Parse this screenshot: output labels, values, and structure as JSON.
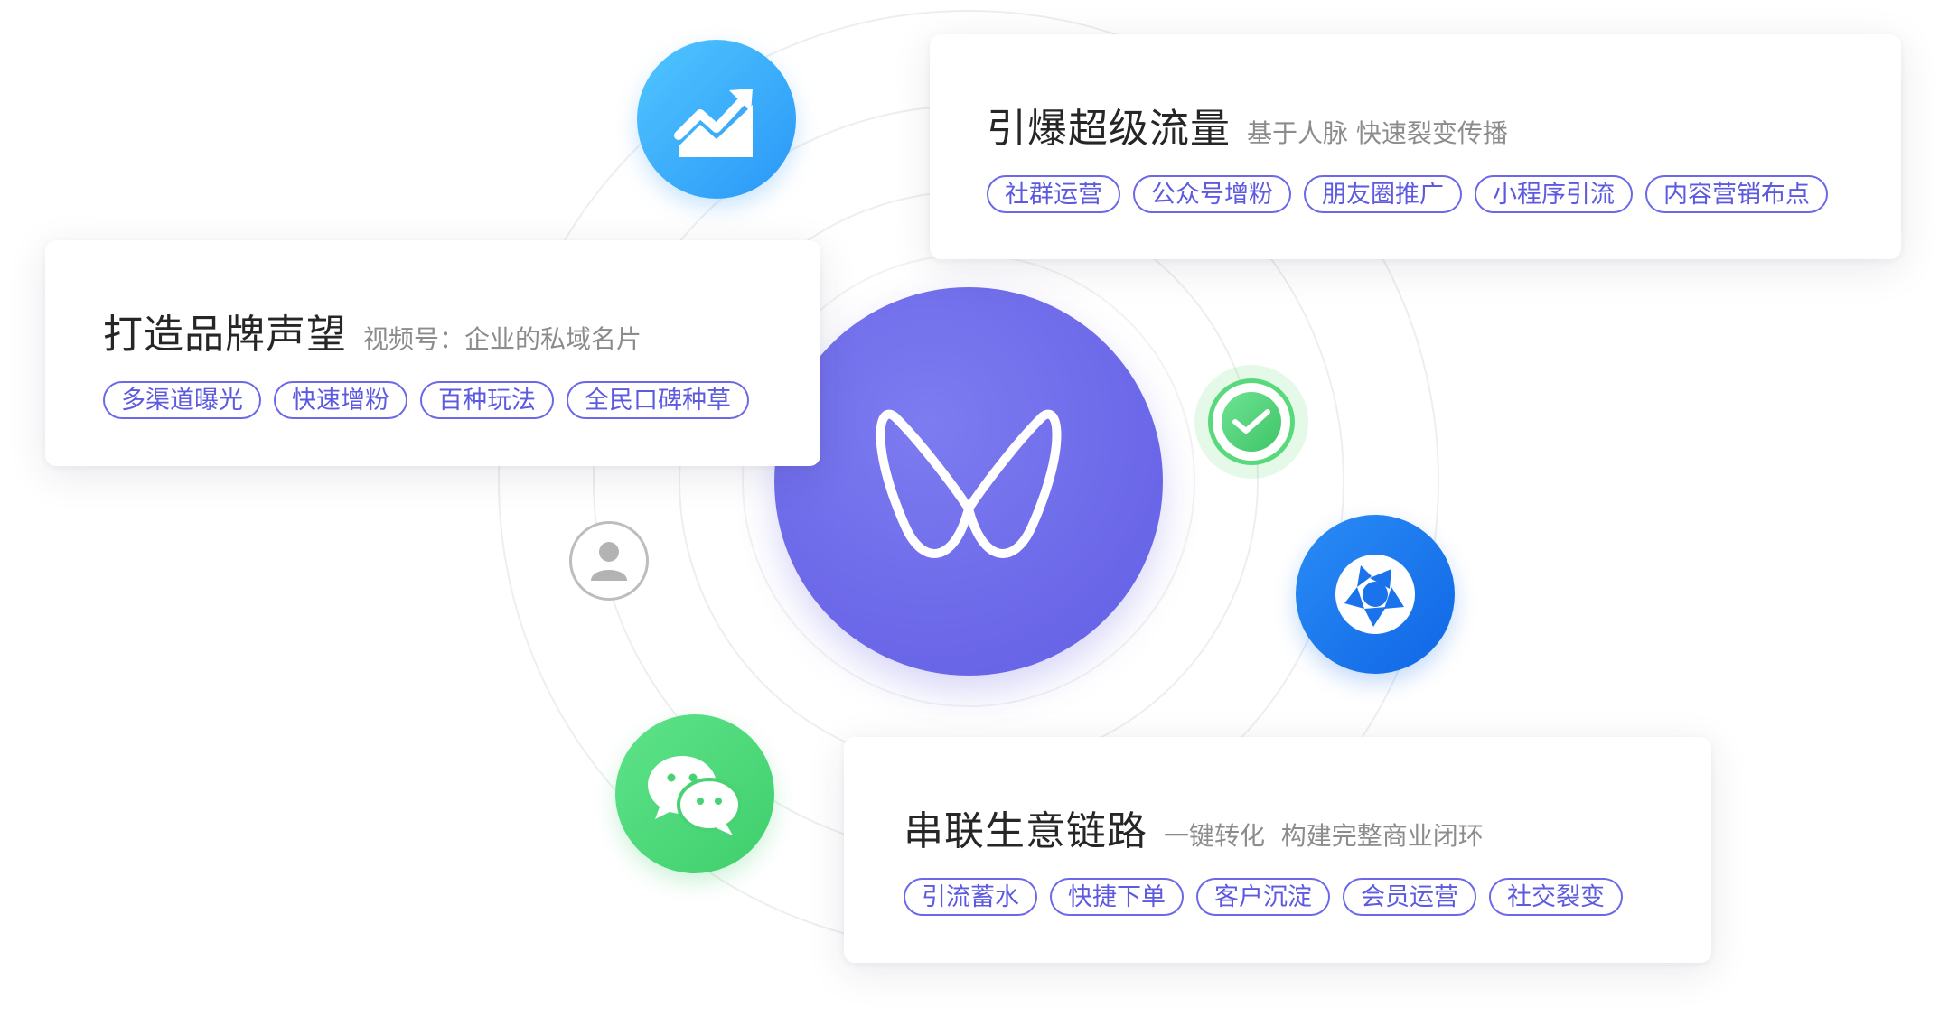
{
  "cards": {
    "traffic": {
      "title": "引爆超级流量",
      "subtitle": "基于人脉 快速裂变传播",
      "tags": [
        "社群运营",
        "公众号增粉",
        "朋友圈推广",
        "小程序引流",
        "内容营销布点"
      ]
    },
    "brand": {
      "title": "打造品牌声望",
      "subtitle": "视频号：企业的私域名片",
      "tags": [
        "多渠道曝光",
        "快速增粉",
        "百种玩法",
        "全民口碑种草"
      ]
    },
    "business": {
      "title": "串联生意链路",
      "subtitle": "一键转化  构建完整商业闭环",
      "tags": [
        "引流蓄水",
        "快捷下单",
        "客户沉淀",
        "会员运营",
        "社交裂变"
      ]
    }
  },
  "icons": {
    "center": "infinity-logo-icon",
    "growth": "trend-chart-icon",
    "mini_program": "wechat-pay-icon",
    "shutter": "camera-shutter-icon",
    "user": "user-avatar-icon",
    "wechat": "wechat-chat-icon"
  },
  "colors": {
    "primary": "#6b68ea",
    "blue": "#2fa3f9",
    "green": "#4fd67a",
    "deep_blue": "#1778ef",
    "text": "#262626",
    "muted": "#8c8c8c"
  }
}
